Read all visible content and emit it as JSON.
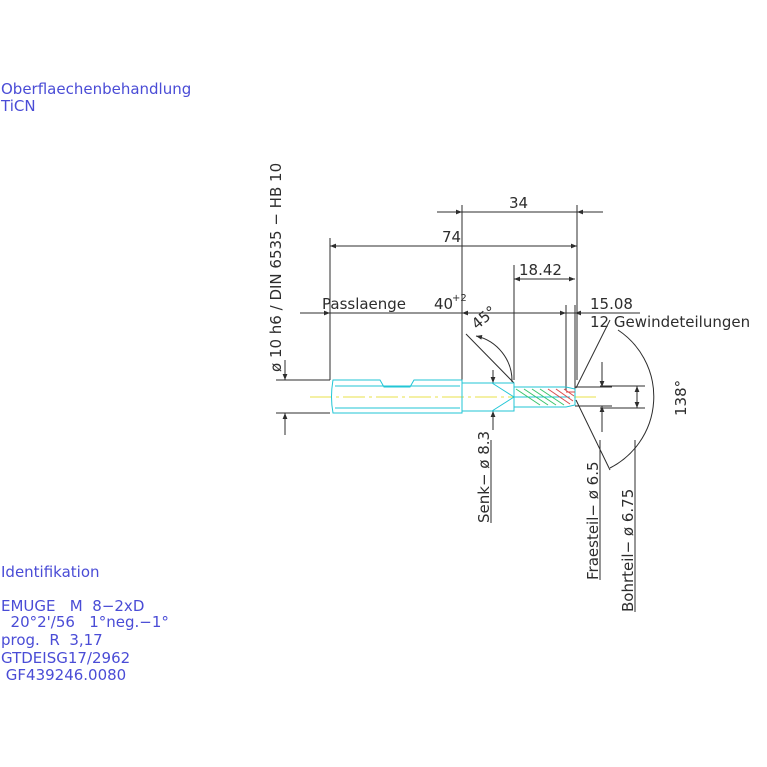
{
  "colors": {
    "background": "#ffffff",
    "dimension": "#2d2d2d",
    "note_text": "#4a4cd6",
    "part_outline": "#22c6d6",
    "center_line": "#e8e24a",
    "thread_green": "#39c46a",
    "thread_red": "#d94a4a"
  },
  "notes": {
    "surface_title": "Oberflaechenbehandlung",
    "surface_value": "TiCN",
    "ident_title": "Identifikation",
    "ident_lines": [
      "EMUGE   M  8−2xD",
      "  20°2'/56   1°neg.−1°",
      "prog.  R  3,17",
      "GTDEISG17/2962",
      " GF439246.0080"
    ]
  },
  "drawing": {
    "shank_spec": "ø 10  h6  /  DIN  6535  −  HB  10",
    "dim_34": "34",
    "dim_74": "74",
    "dim_1842": "18.42",
    "dim_1508": "15.08",
    "passlaenge": "Passlaenge",
    "fit_40": "40",
    "fit_40_tol": "+2",
    "angle_45": "45°",
    "gewinde": "12  Gewindeteilungen",
    "angle_138": "138°",
    "senk": "Senk− ø 8.3",
    "fraes": "Fraesteil−  ø 6.5",
    "bohr": "Bohrteil−  ø 6.75"
  }
}
